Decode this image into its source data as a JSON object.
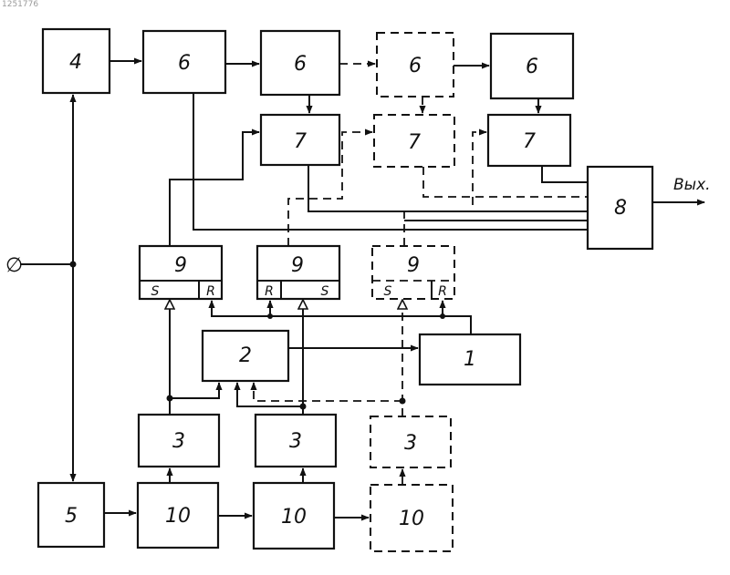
{
  "corner_text": "1251776",
  "input_symbol": "∅",
  "output_label": "Вых.",
  "blocks": {
    "b4": "4",
    "b5": "5",
    "b6a": "6",
    "b6b": "6",
    "b6c": "6",
    "b6d": "6",
    "b7a": "7",
    "b7b": "7",
    "b7c": "7",
    "b8": "8",
    "b9a": "9",
    "b9b": "9",
    "b9c": "9",
    "b2": "2",
    "b1": "1",
    "b3a": "3",
    "b3b": "3",
    "b3c": "3",
    "b10a": "10",
    "b10b": "10",
    "b10c": "10"
  },
  "triggers": {
    "t1": {
      "s": "S",
      "r": "R"
    },
    "t2": {
      "r": "R",
      "s": "S"
    },
    "t3": {
      "s": "S",
      "r": "R"
    }
  }
}
